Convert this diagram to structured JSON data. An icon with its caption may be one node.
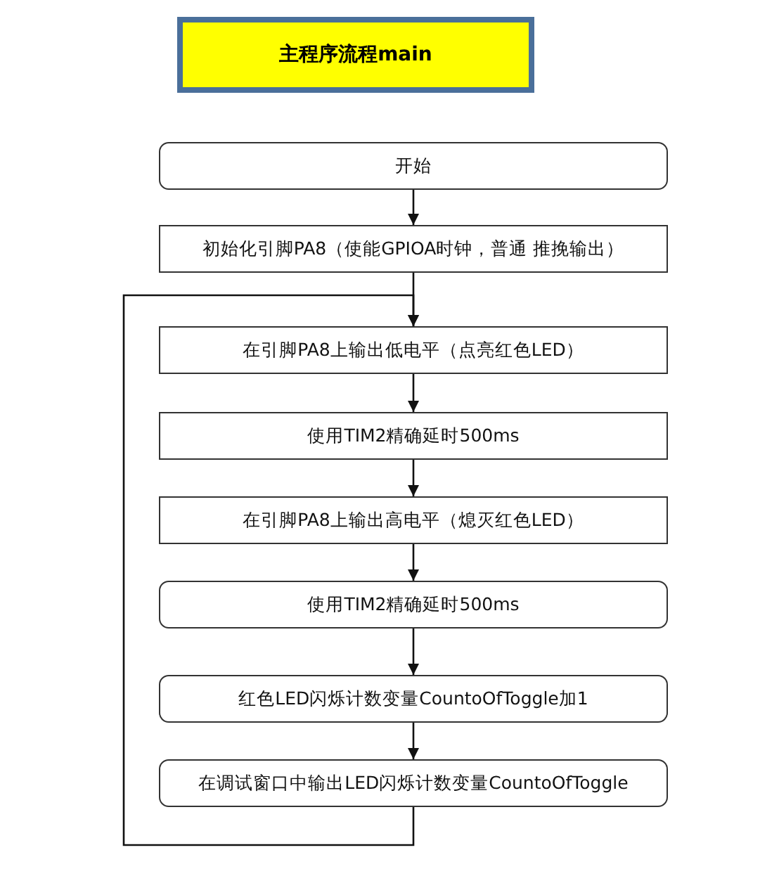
{
  "diagram": {
    "title": "主程序流程main",
    "nodes": [
      {
        "text": [
          "开始"
        ]
      },
      {
        "text": [
          "初始化引脚PA8（使能GPIOA时钟，普通 推挽输出）"
        ]
      },
      {
        "text": [
          "在引脚PA8上输出低电平（点亮红色LED）"
        ]
      },
      {
        "text": [
          "使用TIM2精确延时500ms"
        ]
      },
      {
        "text": [
          "在引脚PA8上输出高电平（熄灭红色LED）"
        ]
      },
      {
        "text": [
          "使用TIM2精确延时500ms"
        ]
      },
      {
        "text": [
          "红色LED闪烁计数变量CountoOfToggle加1"
        ]
      },
      {
        "text": [
          "在调试窗口中输出LED闪烁计数变量CountoOfToggle"
        ]
      }
    ],
    "edges": [
      {
        "from": 0,
        "to": 1,
        "arrow": "to"
      },
      {
        "from": 1,
        "to": 2,
        "arrow": "to"
      },
      {
        "from": 2,
        "to": 3,
        "arrow": "to"
      },
      {
        "from": 3,
        "to": 4,
        "arrow": "to"
      },
      {
        "from": 4,
        "to": 5,
        "arrow": "to"
      },
      {
        "from": 5,
        "to": 6,
        "arrow": "to"
      },
      {
        "from": 6,
        "to": 7,
        "arrow": "to"
      },
      {
        "from": 7,
        "to": 2,
        "arrow": "to"
      }
    ]
  }
}
